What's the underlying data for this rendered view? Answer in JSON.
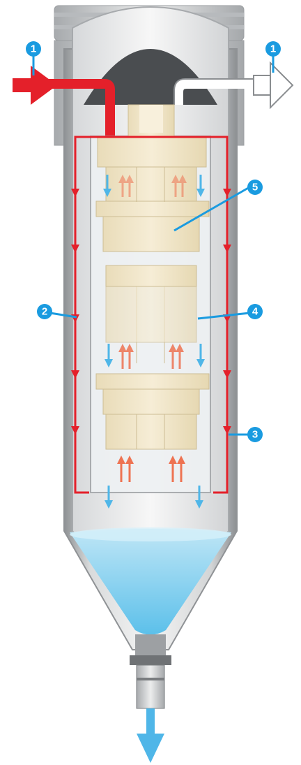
{
  "callouts": [
    {
      "id": "inlet-1",
      "label": "1"
    },
    {
      "id": "outlet-1",
      "label": "1"
    },
    {
      "id": "left-2",
      "label": "2"
    },
    {
      "id": "right-3",
      "label": "3"
    },
    {
      "id": "element-4",
      "label": "4"
    },
    {
      "id": "top-5",
      "label": "5"
    }
  ],
  "colors": {
    "inlet_flow": "#e4202a",
    "clean_flow_arrows": "#4fb6e8",
    "up_flow_arrows": "#ee7352",
    "callout_fill": "#1a9be0",
    "liquid": "#a8dcf1",
    "housing": "#c9cbcd",
    "element": "#f2e6c8"
  },
  "icons": [
    "inlet-arrow-icon",
    "outlet-arrow-icon",
    "drain-arrow-icon"
  ]
}
